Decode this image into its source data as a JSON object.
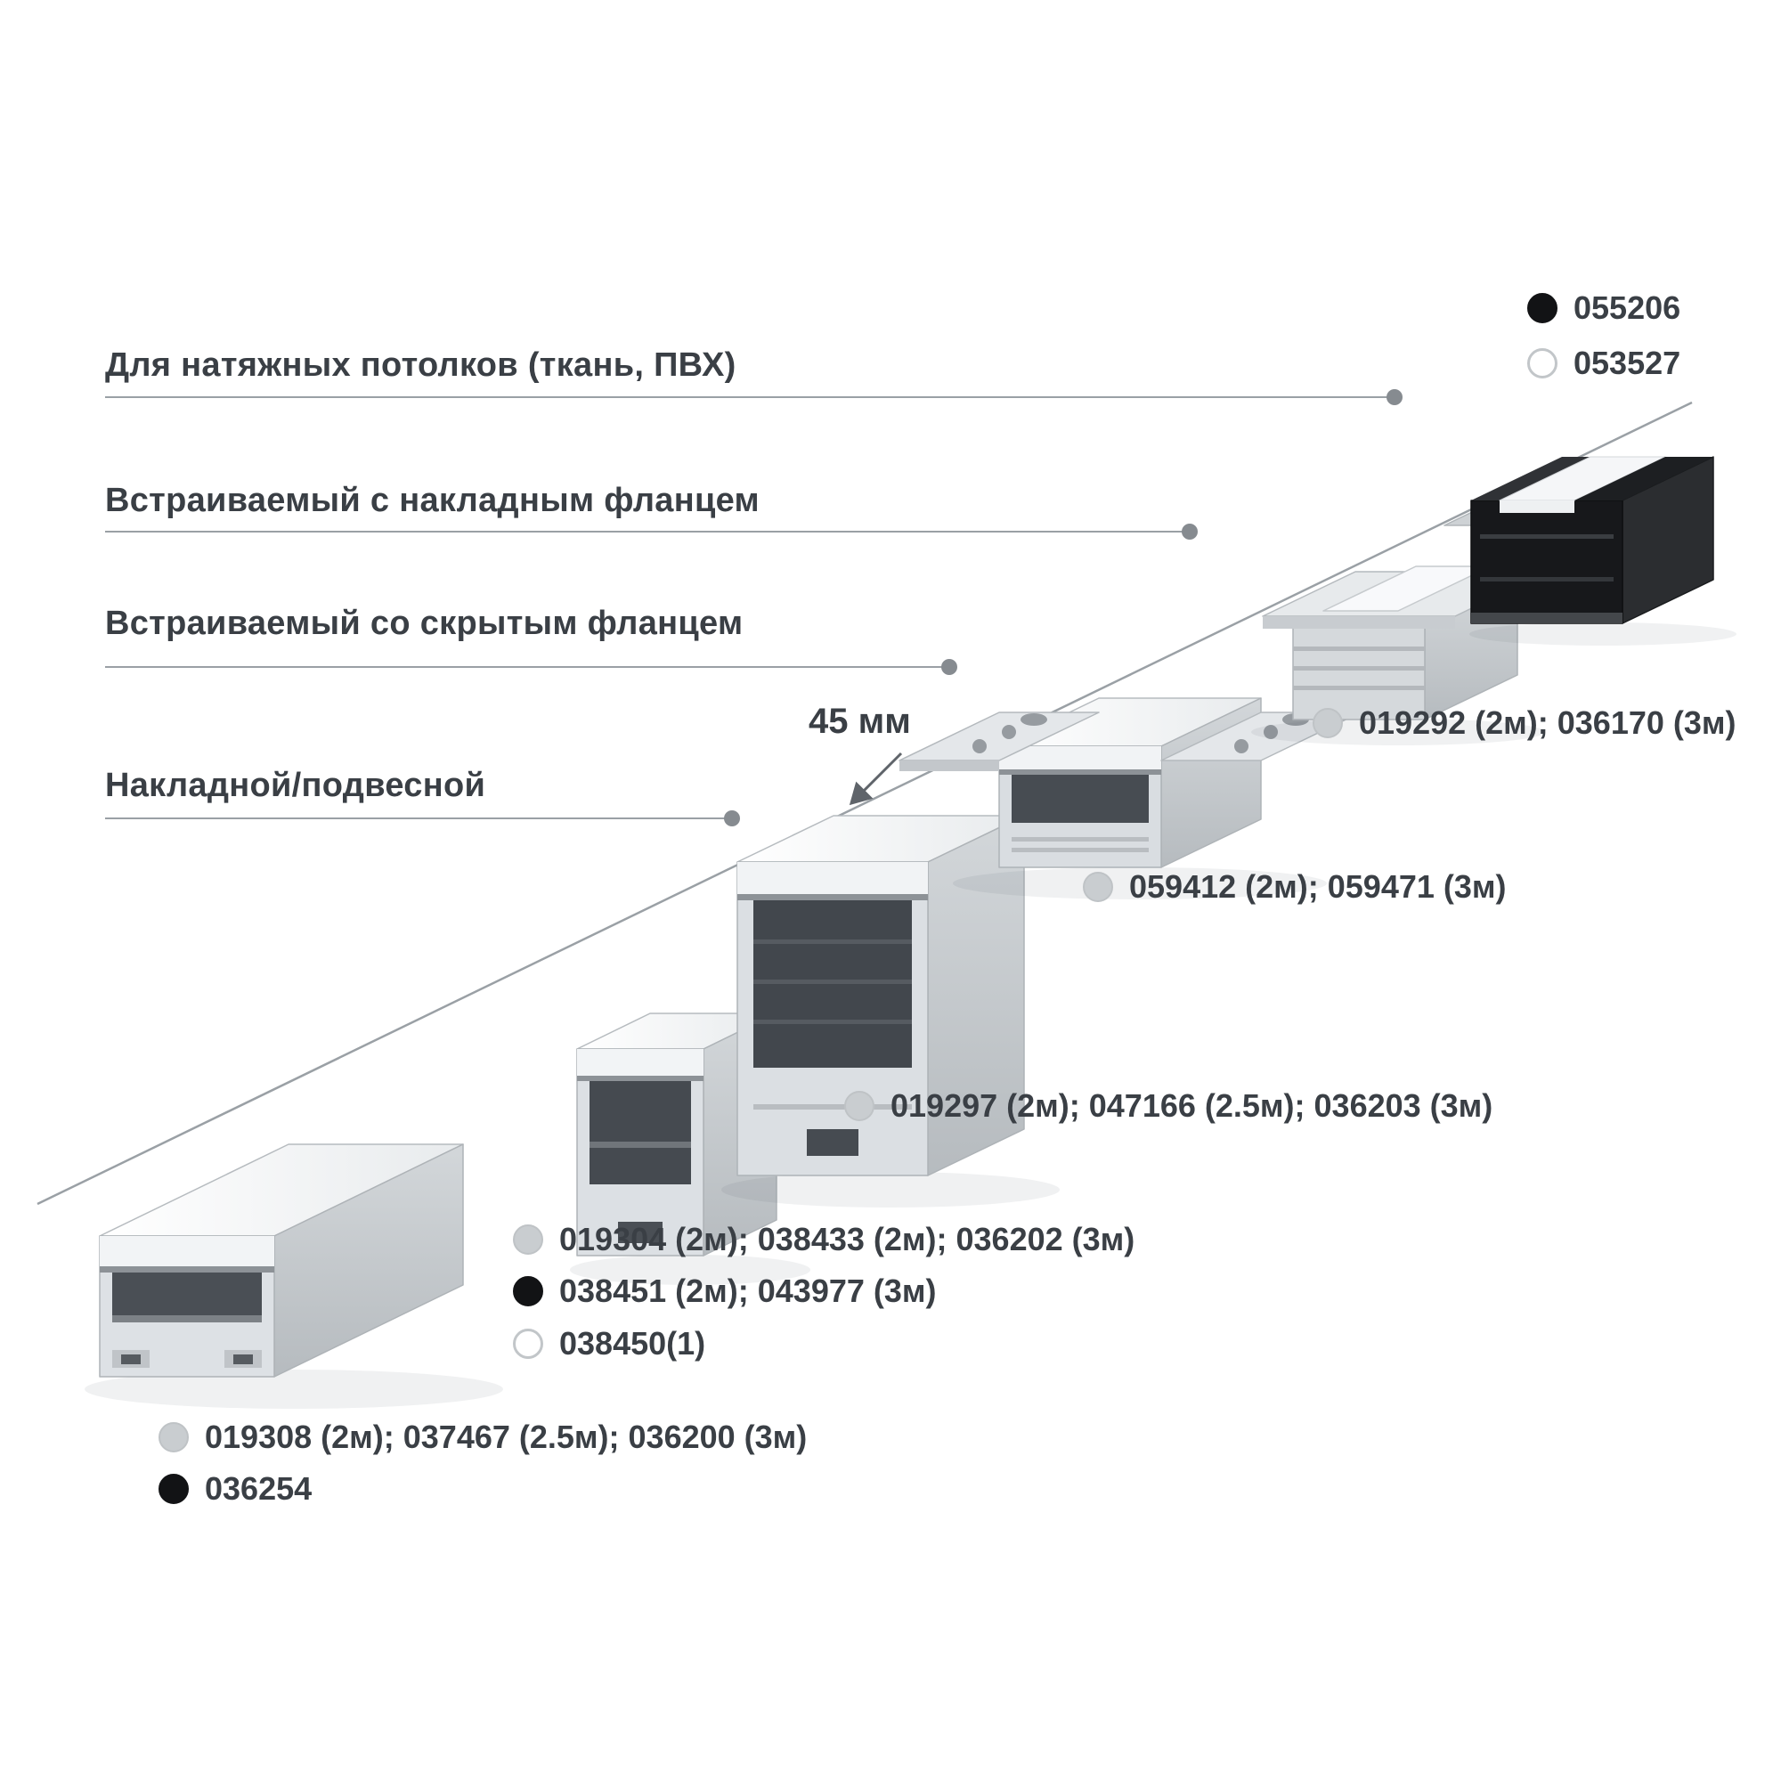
{
  "colors": {
    "text": "#3a3f45",
    "leader_line": "#9aa0a5",
    "dot_gray": "#c9cdd0",
    "dot_black": "#121315",
    "dot_white": "#ffffff"
  },
  "categories": [
    {
      "label": "Для натяжных потолков (ткань, ПВХ)"
    },
    {
      "label": "Встраиваемый с накладным фланцем"
    },
    {
      "label": "Встраиваемый со скрытым фланцем"
    },
    {
      "label": "Накладной/подвесной"
    }
  ],
  "dimension_label": "45 мм",
  "product_codes": [
    {
      "dot": "black",
      "text": "055206"
    },
    {
      "dot": "white",
      "text": "053527"
    },
    {
      "dot": "gray",
      "text": "019292 (2м); 036170 (3м)"
    },
    {
      "dot": "gray",
      "text": "059412 (2м); 059471 (3м)"
    },
    {
      "dot": "gray",
      "text": "019297 (2м); 047166 (2.5м); 036203 (3м)"
    },
    {
      "dot": "gray",
      "text": "019304 (2м); 038433 (2м); 036202 (3м)"
    },
    {
      "dot": "black",
      "text": "038451 (2м); 043977 (3м)"
    },
    {
      "dot": "white",
      "text": "038450(1)"
    },
    {
      "dot": "gray",
      "text": "019308 (2м); 037467 (2.5м); 036200 (3м)"
    },
    {
      "dot": "black",
      "text": "036254"
    }
  ]
}
